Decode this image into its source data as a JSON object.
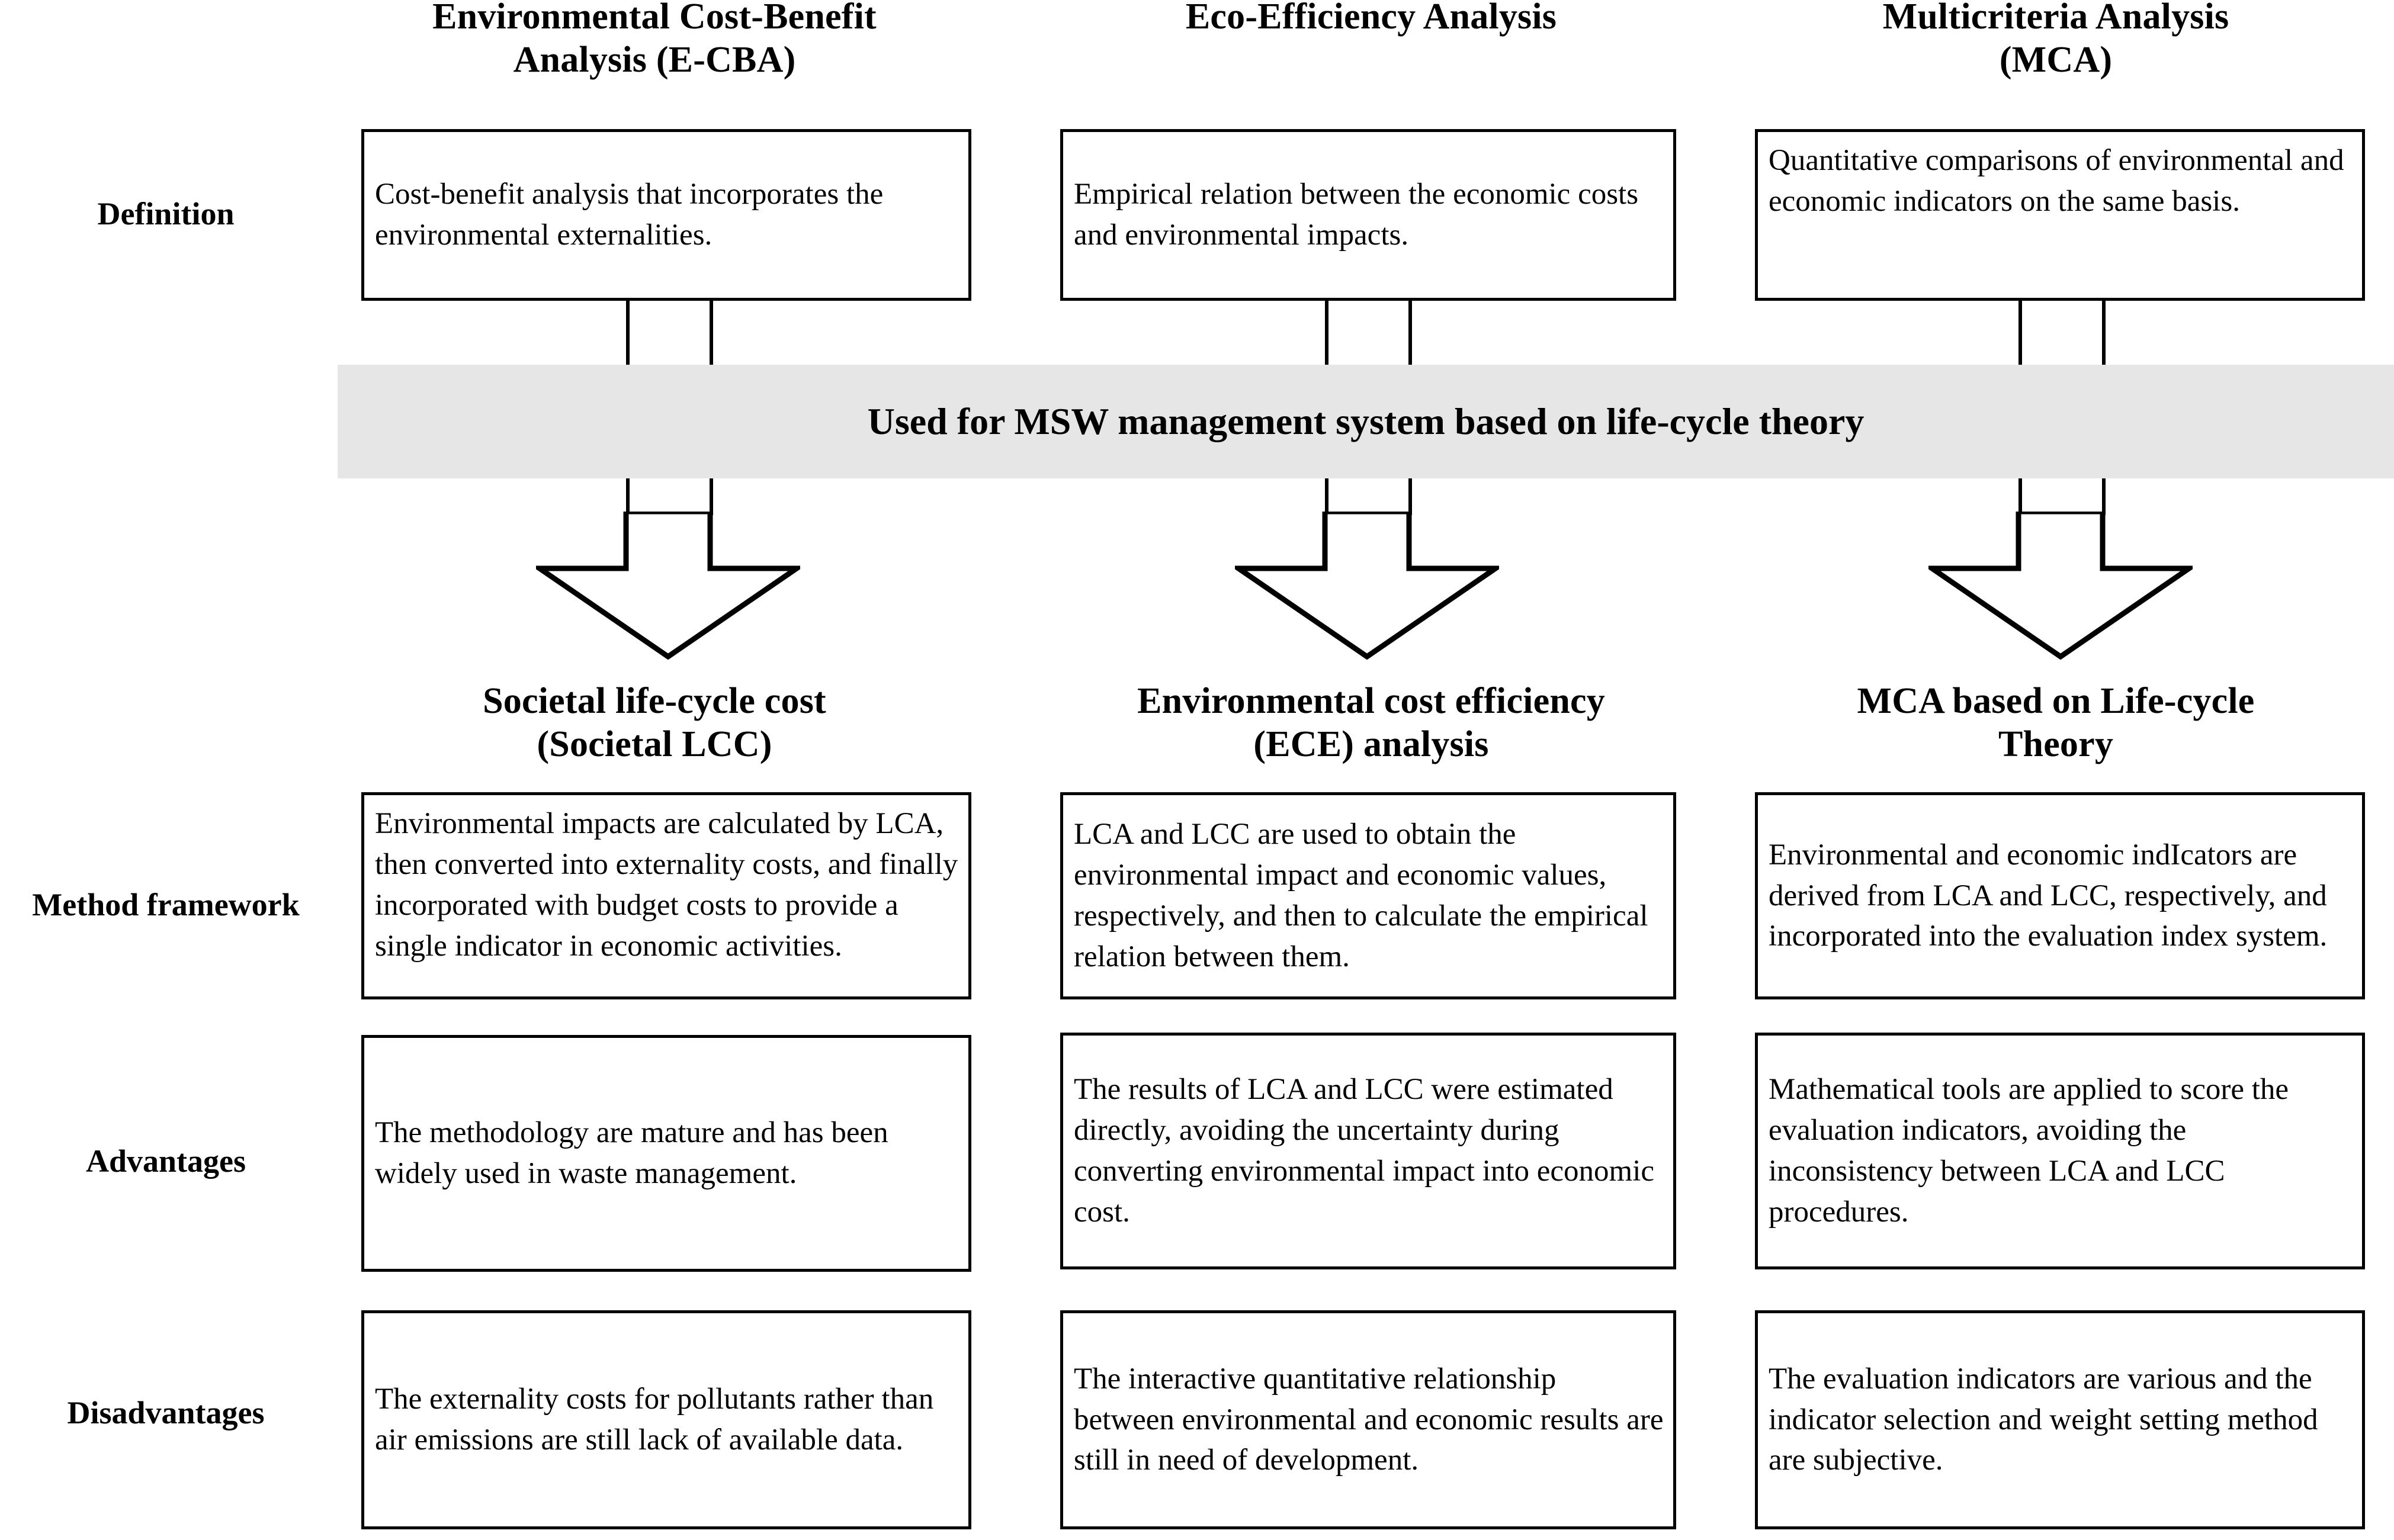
{
  "colors": {
    "banner_background": "#e6e6e6",
    "line": "#000000",
    "box_background": "#ffffff",
    "text": "#000000"
  },
  "row_labels": {
    "definition": "Definition",
    "method_framework": "Method framework",
    "advantages": "Advantages",
    "disadvantages": "Disadvantages"
  },
  "banner": {
    "text": "Used for MSW management system based on life-cycle theory"
  },
  "columns": [
    {
      "top_title": "Environmental Cost-Benefit Analysis (E-CBA)",
      "top_title_line1": "Environmental Cost-Benefit",
      "top_title_line2": "Analysis (E-CBA)",
      "definition": "Cost-benefit analysis that incorporates the environmental externalities.",
      "bottom_title_line1": "Societal life-cycle cost",
      "bottom_title_line2": "(Societal LCC)",
      "method_framework": "Environmental impacts are calculated by LCA, then converted into externality costs, and finally incorporated with budget costs to provide a single indicator in economic activities.",
      "advantages": "The methodology are mature and has been widely used in waste management.",
      "disadvantages": "The externality costs for pollutants rather than air emissions are still lack of available data."
    },
    {
      "top_title": "Eco-Efficiency Analysis",
      "top_title_line1": "Eco-Efficiency Analysis",
      "top_title_line2": "",
      "definition": "Empirical relation between the economic costs and environmental impacts.",
      "bottom_title_line1": "Environmental cost efficiency",
      "bottom_title_line2": "(ECE) analysis",
      "method_framework": "LCA and LCC  are used to obtain the environmental impact and economic values, respectively, and then to calculate the empirical relation between them.",
      "advantages": "The results of LCA and LCC were estimated directly, avoiding the uncertainty during converting environmental impact into economic cost.",
      "disadvantages": "The  interactive quantitative relationship between environmental and economic results are still in need of development."
    },
    {
      "top_title": "Multicriteria Analysis (MCA)",
      "top_title_line1": "Multicriteria Analysis",
      "top_title_line2": "(MCA)",
      "definition": "Quantitative comparisons of environmental and economic indicators on the same basis.",
      "bottom_title_line1": "MCA based on Life-cycle",
      "bottom_title_line2": "Theory",
      "method_framework": "Environmental and economic indIcators are derived from LCA and LCC, respectively, and incorporated into the evaluation index system.",
      "advantages": "Mathematical tools are applied to score the evaluation indicators, avoiding the inconsistency between LCA and LCC procedures.",
      "disadvantages": "The evaluation indicators are various and the indicator selection and weight setting method are subjective."
    }
  ]
}
